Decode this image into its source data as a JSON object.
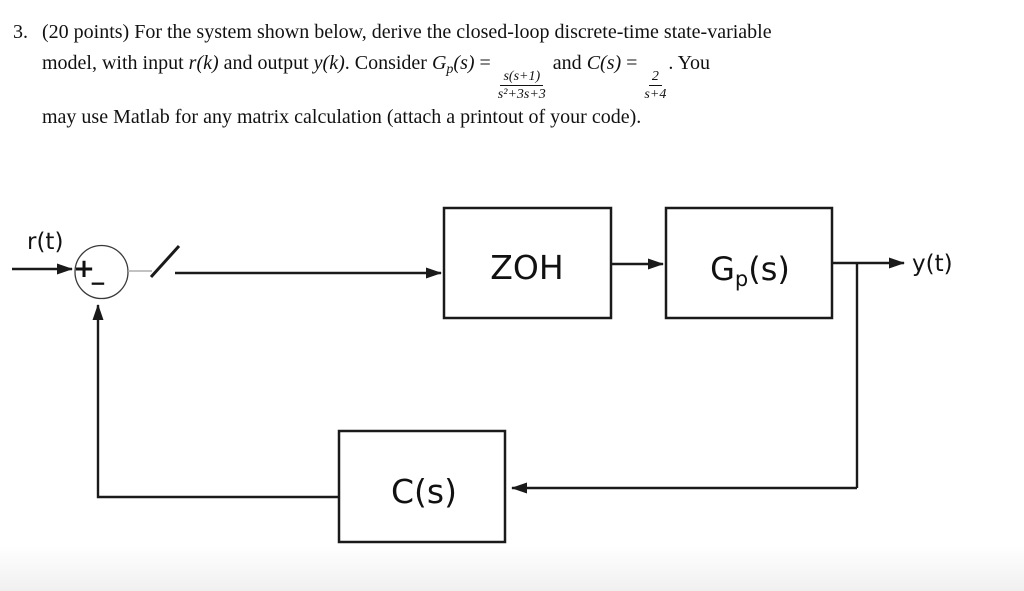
{
  "problem": {
    "number": "3.",
    "line1": "(20 points) For the system shown below, derive the closed-loop discrete-time state-variable",
    "line2": {
      "t1": "model, with input ",
      "m1": "r(k)",
      "t2": " and output ",
      "m2": "y(k)",
      "t3": ". Consider ",
      "g_base": "G",
      "g_sub": "p",
      "g_args": "(s)",
      "eq1": " = ",
      "frac1": {
        "num": "s(s+1)",
        "den": "s²+3s+3"
      },
      "t4": " and ",
      "m3": "C(s)",
      "eq2": " = ",
      "frac2": {
        "num": "2",
        "den": "s+4"
      },
      "t5": ". You"
    },
    "line3": "may use Matlab for any matrix calculation (attach a printout of your code)."
  },
  "diagram": {
    "input_label": "r(t)",
    "output_label": "y(t)",
    "sum_plus": "+",
    "sum_minus": "−",
    "blocks": {
      "zoh": "ZOH",
      "gp_base": "G",
      "gp_sub": "p",
      "gp_args": "(s)",
      "c": "C(s)"
    }
  },
  "colors": {
    "wire": "#1a1a1a",
    "sampler_stub": "#aeaeae",
    "background": "#ffffff"
  }
}
